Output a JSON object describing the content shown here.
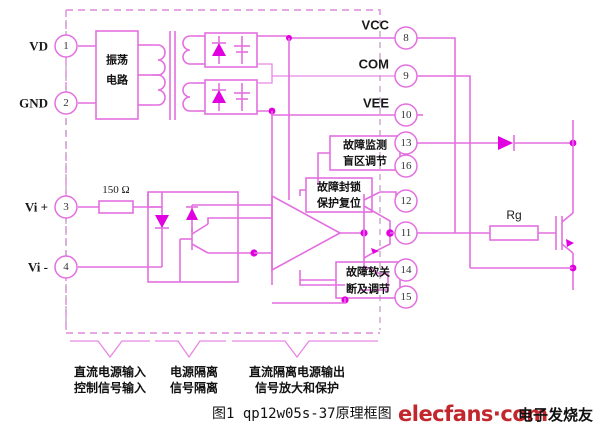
{
  "figure": {
    "title_caption": "图1 qp12w05s-37原理框图",
    "accent_color": "#e36fe0",
    "symbol_fill_color": "#e000e0",
    "background_color": "#ffffff"
  },
  "left_ports": [
    {
      "label": "VD",
      "pin": "1"
    },
    {
      "label": "GND",
      "pin": "2"
    },
    {
      "label": "Vi +",
      "pin": "3"
    },
    {
      "label": "Vi -",
      "pin": "4"
    }
  ],
  "right_ports": [
    {
      "label": "VCC",
      "pin": "8"
    },
    {
      "label": "COM",
      "pin": "9"
    },
    {
      "label": "VEE",
      "pin": "10"
    },
    {
      "label": "",
      "pin": "13"
    },
    {
      "label": "",
      "pin": "16"
    },
    {
      "label": "",
      "pin": "12"
    },
    {
      "label": "",
      "pin": "11"
    },
    {
      "label": "",
      "pin": "14"
    },
    {
      "label": "",
      "pin": "15"
    }
  ],
  "blocks": [
    {
      "name": "oscillator",
      "line1": "振荡",
      "line2": "电路"
    },
    {
      "name": "fault-monitor",
      "line1": "故障监测",
      "line2": "盲区调节"
    },
    {
      "name": "fault-lockout",
      "line1": "故障封锁",
      "line2": "保护复位"
    },
    {
      "name": "soft-shutdown",
      "line1": "故障软关",
      "line2": "断及调节"
    }
  ],
  "components": [
    {
      "name": "input-resistor",
      "label": "150 Ω"
    },
    {
      "name": "gate-resistor",
      "label": "Rg"
    }
  ],
  "section_labels": [
    {
      "name": "section-dc-input",
      "line1": "直流电源输入",
      "line2": "控制信号输入"
    },
    {
      "name": "section-isolation",
      "line1": "电源隔离",
      "line2": "信号隔离"
    },
    {
      "name": "section-output",
      "line1": "直流隔离电源输出",
      "line2": "信号放大和保护"
    }
  ],
  "watermark": {
    "brand": "elecfans·com",
    "brand_cn": "电子发烧友"
  }
}
